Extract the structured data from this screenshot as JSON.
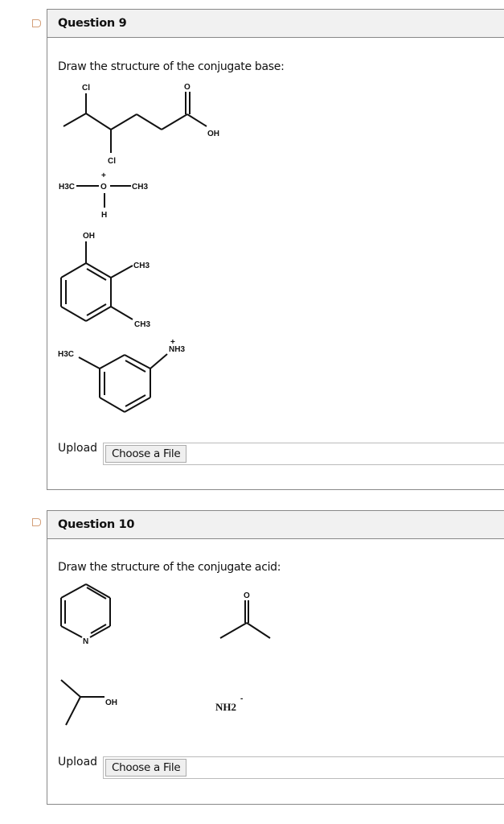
{
  "questions": [
    {
      "title": "Question 9",
      "prompt": "Draw the structure of the conjugate base:",
      "upload_label": "Upload",
      "file_button": "Choose a File",
      "molecule_labels": {
        "m1": {
          "cl_top": "Cl",
          "o": "O",
          "oh": "OH",
          "cl_bottom": "Cl"
        },
        "m2": {
          "h3c": "H3C",
          "o": "O",
          "plus": "+",
          "ch3": "CH3",
          "h": "H"
        },
        "m3": {
          "oh": "OH",
          "ch3_a": "CH3",
          "ch3_b": "CH3"
        },
        "m4": {
          "h3c": "H3C",
          "nh3": "NH3",
          "plus": "+"
        }
      }
    },
    {
      "title": "Question 10",
      "prompt": "Draw the structure of the conjugate acid:",
      "upload_label": "Upload",
      "file_button": "Choose a File",
      "molecule_labels": {
        "m1": {
          "n": "N"
        },
        "m2": {
          "o": "O"
        },
        "m3": {
          "oh": "OH"
        },
        "m4": {
          "nh2": "NH2",
          "minus": "-"
        }
      }
    }
  ],
  "colors": {
    "header_bg": "#f1f1f1",
    "border": "#888888",
    "flag": "#d4a07a"
  }
}
